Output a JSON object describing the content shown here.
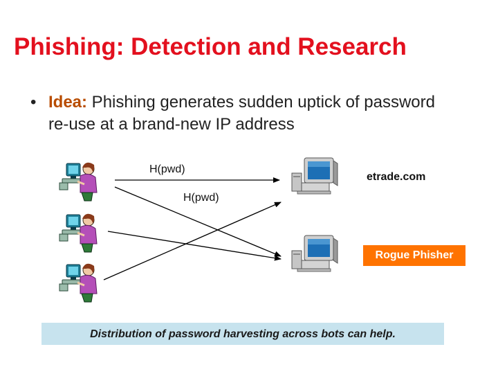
{
  "title": "Phishing: Detection and Research",
  "bullet": {
    "marker": "•",
    "keyword": "Idea:",
    "text": " Phishing generates sudden uptick of password re-use at a brand-new IP address"
  },
  "labels": {
    "hash_top": "H(pwd)",
    "hash_cross": "H(pwd)",
    "legit_site": "etrade.com",
    "rogue_site": "Rogue Phisher"
  },
  "caption": "Distribution of password harvesting across bots can help.",
  "colors": {
    "title": "#e3101e",
    "keyword": "#b84c00",
    "rogue_box": "#ff7300",
    "caption_bg": "#c7e3ee"
  },
  "icons": {
    "users": [
      "user-at-computer-icon",
      "user-at-computer-icon",
      "user-at-computer-icon"
    ],
    "servers": [
      "desktop-computer-icon",
      "desktop-computer-icon"
    ]
  }
}
